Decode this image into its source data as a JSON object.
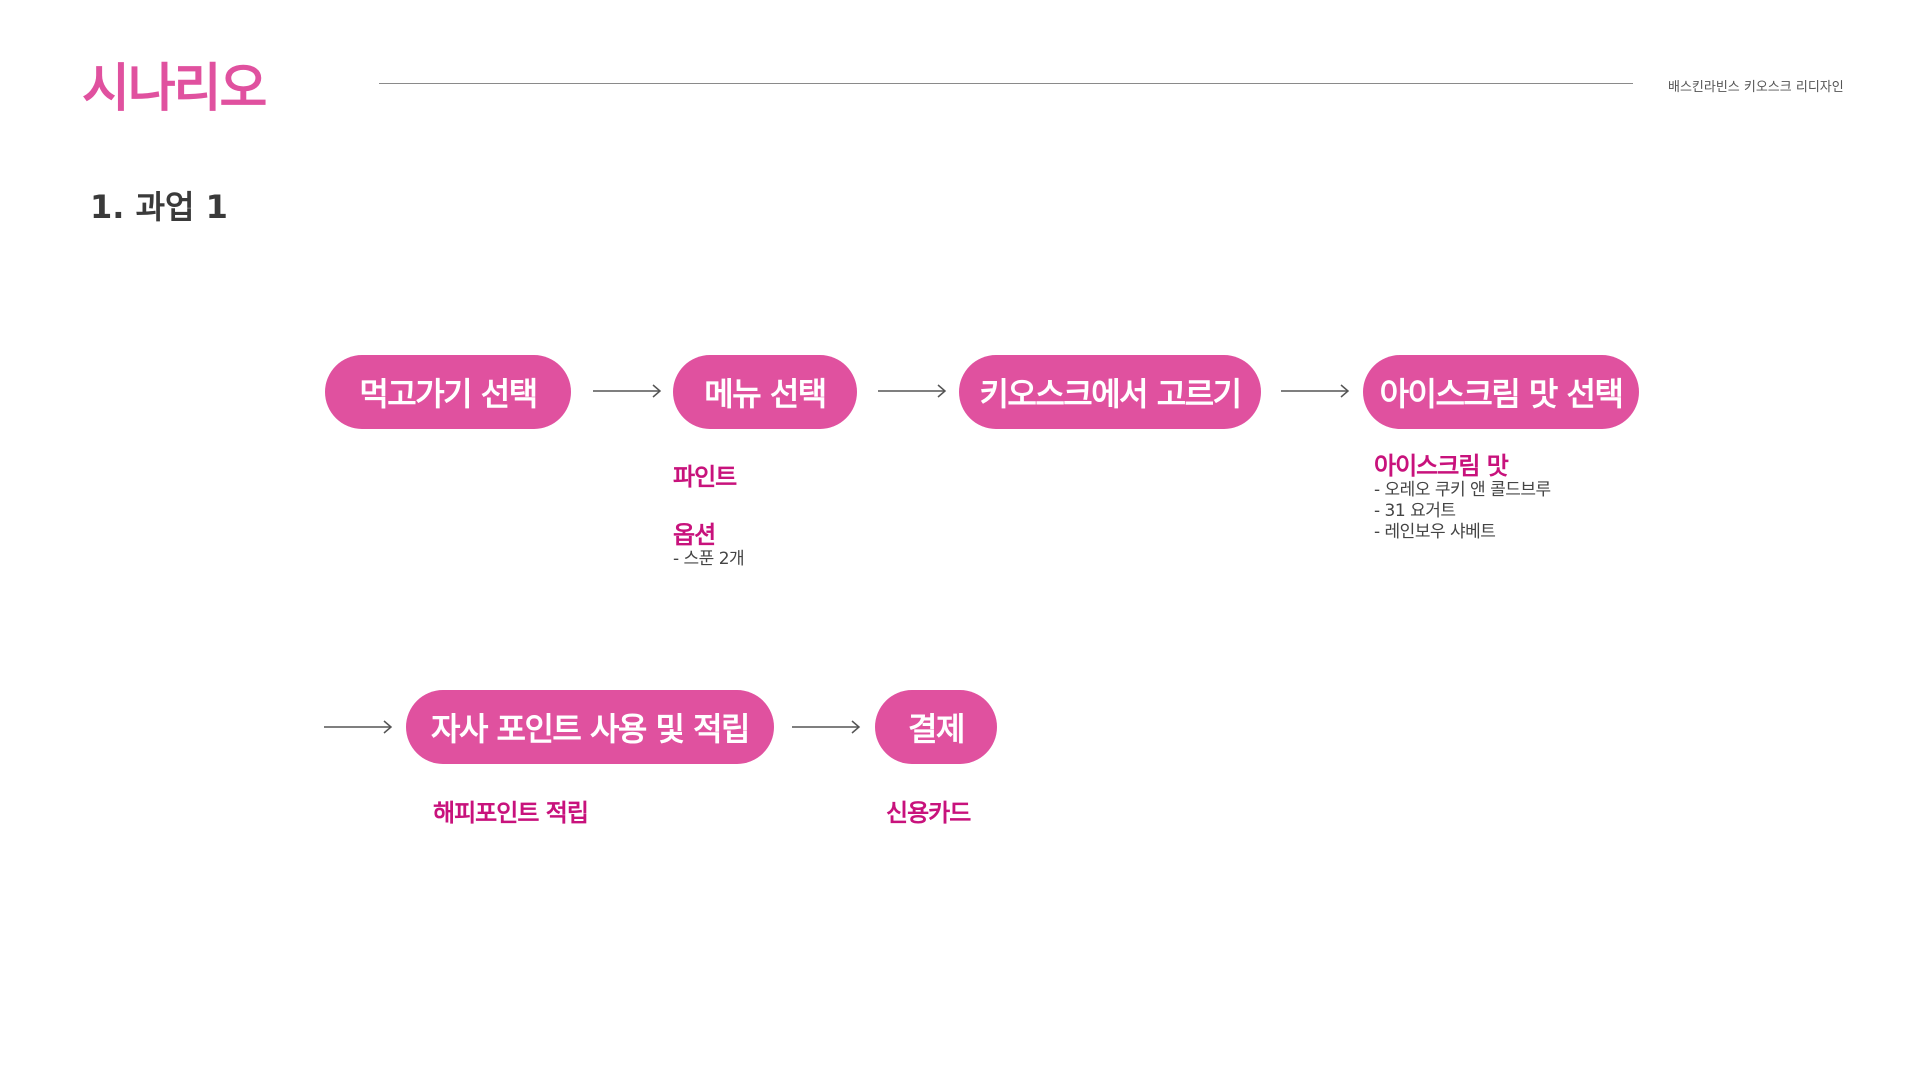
{
  "header": {
    "title": "시나리오",
    "caption": "배스킨라빈스 키오스크 리디자인"
  },
  "section": {
    "title": "1. 과업 1"
  },
  "steps": [
    {
      "label": "먹고가기 선택"
    },
    {
      "label": "메뉴 선택"
    },
    {
      "label": "키오스크에서 고르기"
    },
    {
      "label": "아이스크림 맛 선택"
    },
    {
      "label": "자사 포인트 사용 및 적립"
    },
    {
      "label": "결제"
    }
  ],
  "notes": {
    "menu": {
      "pint": "파인트",
      "options_head": "옵션",
      "options_items": [
        "- 스푼 2개"
      ]
    },
    "flavor": {
      "head": "아이스크림 맛",
      "items": [
        "- 오레오 쿠키 앤 콜드브루",
        "- 31 요거트",
        "- 레인보우 샤베트"
      ]
    },
    "points": {
      "head": "해피포인트 적립"
    },
    "payment": {
      "head": "신용카드"
    }
  },
  "colors": {
    "accent": "#e0519f",
    "note_text": "#c8127c",
    "line": "#8a8a8a"
  }
}
